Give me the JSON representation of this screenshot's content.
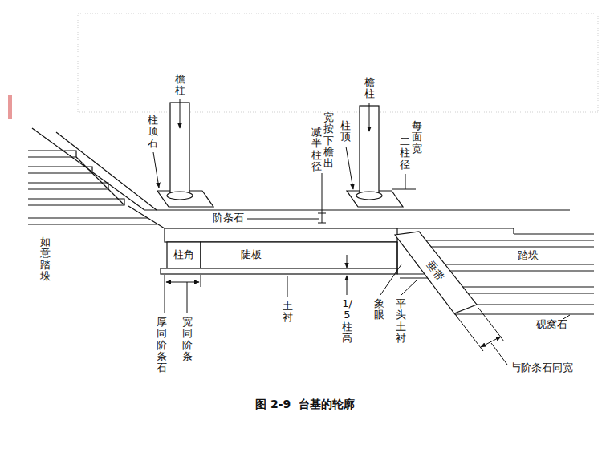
{
  "diagram": {
    "caption": "图 2-9  台基的轮廓",
    "labels": [
      "檐柱",
      "柱顶石",
      "檐柱",
      "宽按下檐出",
      "减半柱径",
      "柱顶",
      "每面宽",
      "二柱径",
      "阶条石",
      "如意踏垛",
      "柱角",
      "陡板",
      "垂带",
      "踏垛",
      "厚同阶条石",
      "宽同阶条",
      "土衬",
      "1/5柱高",
      "象眼",
      "平头土衬",
      "砚窝石",
      "与阶条石同宽"
    ]
  }
}
